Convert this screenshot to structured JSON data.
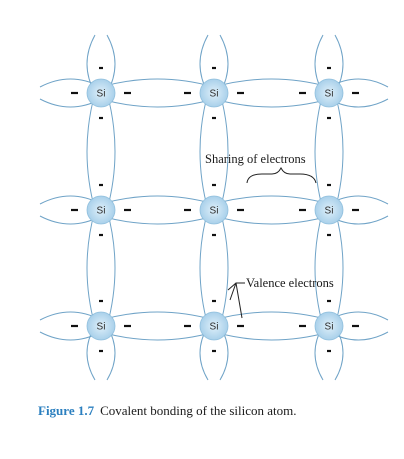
{
  "atoms": {
    "symbol": "Si",
    "rows": 3,
    "cols": 3,
    "electron_symbol": "–",
    "atom_color": "#c9e3f2",
    "bond_color": "#6fa3c7"
  },
  "annotations": {
    "sharing": "Sharing of electrons",
    "valence": "Valence electrons"
  },
  "caption": {
    "label": "Figure 1.7",
    "text": "Covalent bonding of the silicon atom."
  }
}
